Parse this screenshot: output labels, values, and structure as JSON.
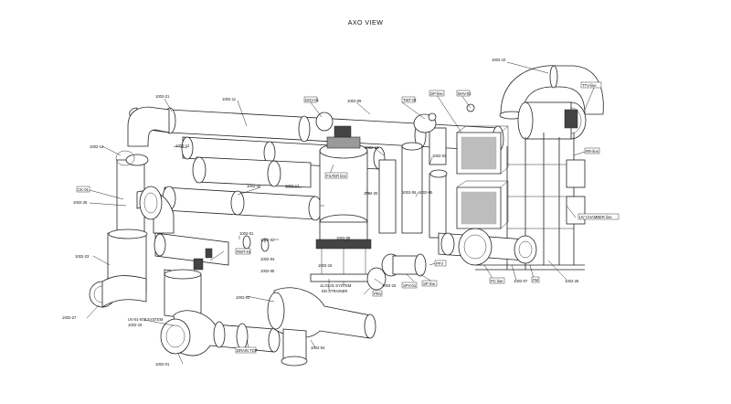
{
  "title": "AXO VIEW",
  "labels": {
    "l1": "1002-10",
    "l2": "TTV-line",
    "l3": "1002-21",
    "l4": "1002-11",
    "l5": "DGV-01",
    "l6": "1002-09",
    "l7": "TWT-01",
    "l8": "DP-line",
    "l9": "MAV-01",
    "l10": "1002-14",
    "l11": "1002-12",
    "l12": "1002-13",
    "l13": "1002-03",
    "l14": "RR-line",
    "l15": "FILTER line",
    "l16": "1002-17",
    "l17": "1002-20",
    "l18": "1002-06",
    "l19": "1002-05",
    "l20": "UV CHAMBER line",
    "l21": "CK-01",
    "l22": "1002-25",
    "l23": "1002-23",
    "l24": "1002-32",
    "l25": "1002-01",
    "l26": "1002-02",
    "l27": "RWT-01",
    "l28": "1002-04",
    "l29": "1002-08",
    "l30": "PFV",
    "l31": "PC line",
    "l32": "1002-07",
    "l33": "FM",
    "l34": "1002-26",
    "l35": "SP line",
    "l36": "SPV-01",
    "l37": "1002-15",
    "l38": "11.01.01 SYSTEM",
    "l39": "PRV",
    "l40": "DN STRAINER",
    "l41": "1002-03",
    "l42": "1002-16",
    "l43": "1002-05",
    "l44": "DRAIN TOP",
    "l45": "1002-04",
    "l46": "1002-01",
    "l47": "1002-27",
    "l48": "UV-01-009 SYSTEM",
    "l49": "1002-19"
  }
}
